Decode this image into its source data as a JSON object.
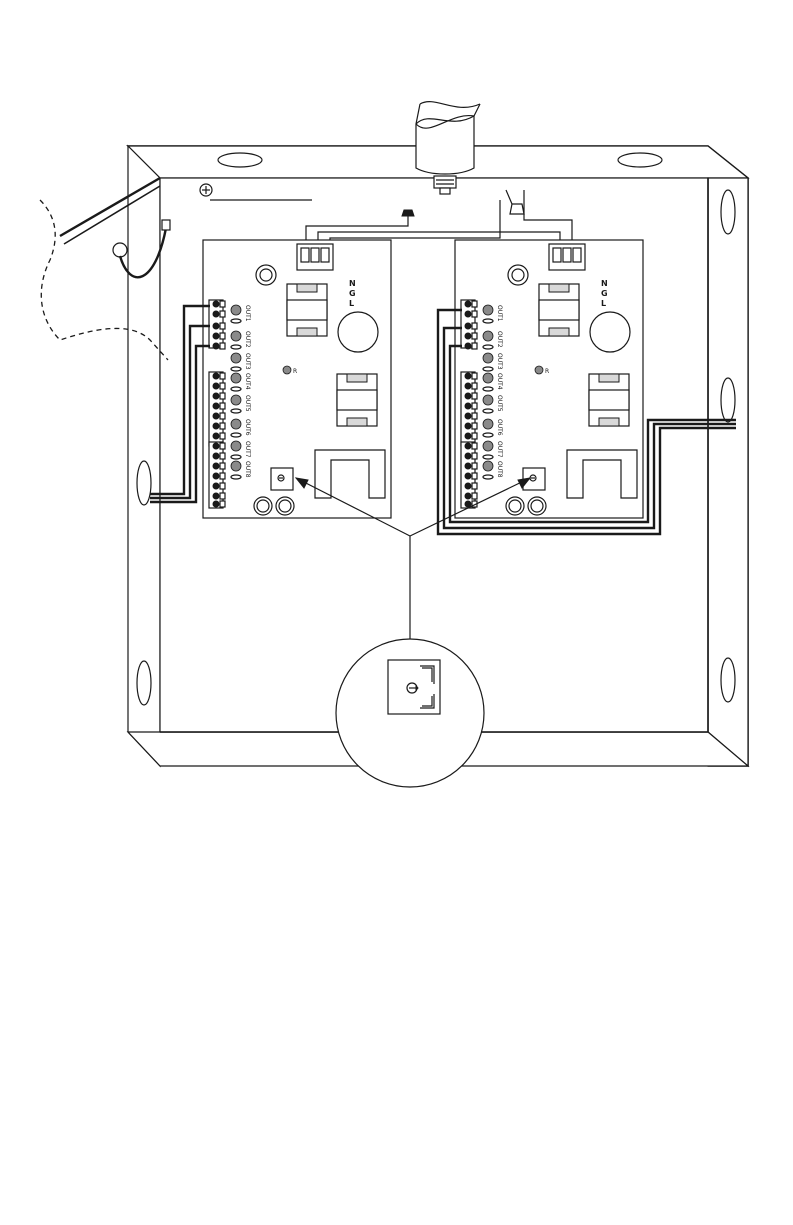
{
  "figure": {
    "description_free": true,
    "boards": [
      {
        "id": "board-left",
        "input_terminal_labels": [
          "N",
          "G",
          "L"
        ],
        "output_labels": [
          "OUT1",
          "OUT2",
          "OUT3",
          "OUT4",
          "OUT5",
          "OUT6",
          "OUT7",
          "OUT8"
        ]
      },
      {
        "id": "board-right",
        "input_terminal_labels": [
          "N",
          "G",
          "L"
        ],
        "output_labels": [
          "OUT1",
          "OUT2",
          "OUT3",
          "OUT4",
          "OUT5",
          "OUT6",
          "OUT7",
          "OUT8"
        ]
      }
    ],
    "led_marker": "R",
    "colors": {
      "line": "#1a1a1a",
      "background": "#ffffff",
      "led": "#8a8a8a"
    }
  }
}
